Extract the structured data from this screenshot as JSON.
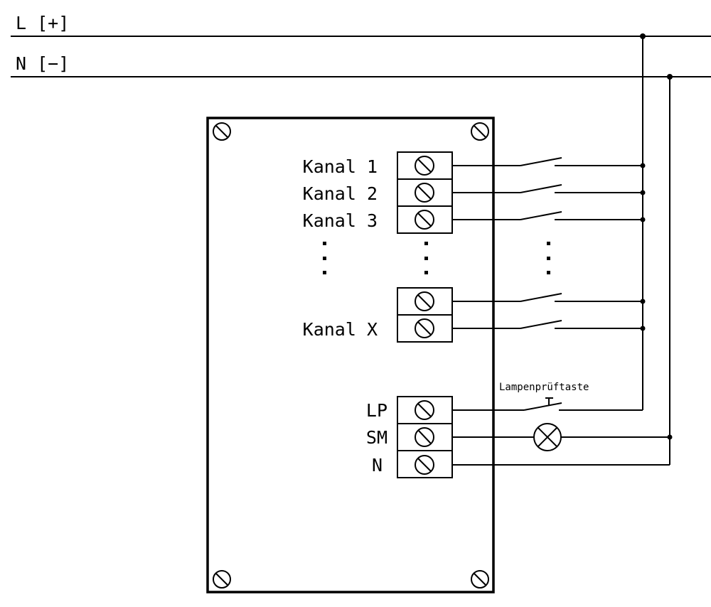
{
  "bus": {
    "line_l": "L [+]",
    "line_n": "N [−]"
  },
  "channels": [
    {
      "label": "Kanal 1"
    },
    {
      "label": "Kanal 2"
    },
    {
      "label": "Kanal 3"
    },
    {
      "label": ""
    },
    {
      "label": "Kanal X"
    }
  ],
  "ellipsis": ":",
  "signal_terminals": [
    {
      "label": "LP"
    },
    {
      "label": "SM"
    },
    {
      "label": "N"
    }
  ],
  "lamp_test_button_label": "Lampenprüftaste"
}
